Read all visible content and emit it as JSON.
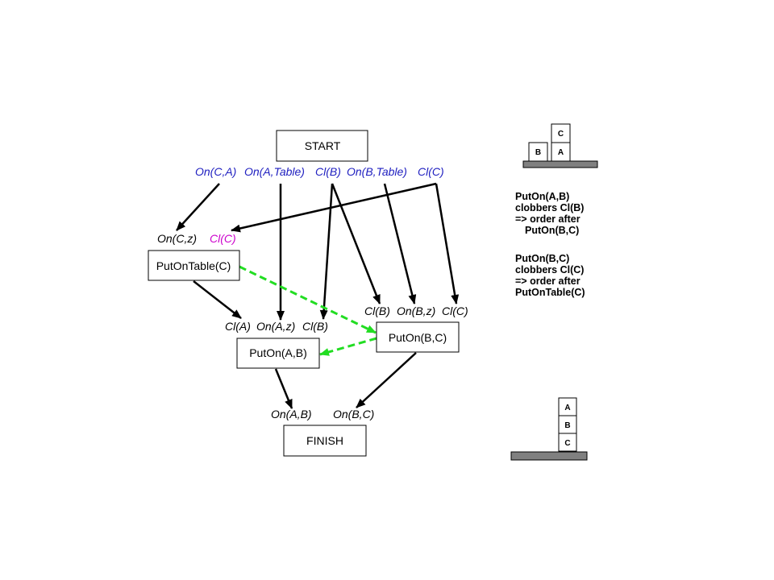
{
  "nodes": {
    "start": "START",
    "put_on_table_c": "PutOnTable(C)",
    "put_on_a_b": "PutOn(A,B)",
    "put_on_b_c": "PutOn(B,C)",
    "finish": "FINISH"
  },
  "start_effects": [
    "On(C,A)",
    "On(A,Table)",
    "Cl(B)",
    "On(B,Table)",
    "Cl(C)"
  ],
  "preconditions": {
    "put_on_table_c": [
      "On(C,z)",
      "Cl(C)"
    ],
    "put_on_b_c": [
      "Cl(B)",
      "On(B,z)",
      "Cl(C)"
    ],
    "put_on_a_b": [
      "Cl(A)",
      "On(A,z)",
      "Cl(B)"
    ],
    "finish": [
      "On(A,B)",
      "On(B,C)"
    ]
  },
  "notes": [
    {
      "lines": [
        "PutOn(A,B)",
        "clobbers Cl(B)",
        "=> order after",
        "PutOn(B,C)"
      ]
    },
    {
      "lines": [
        "PutOn(B,C)",
        "clobbers Cl(C)",
        "=> order after",
        "PutOnTable(C)"
      ]
    }
  ],
  "initial_state": {
    "stacks": [
      [
        "B"
      ],
      [
        "A",
        "C"
      ]
    ]
  },
  "goal_state": {
    "stacks": [
      [
        "C",
        "B",
        "A"
      ]
    ]
  },
  "colors": {
    "effects_text": "#2020c0",
    "threatened_condition": "#cc00cc",
    "ordering_constraint": "#22dd22",
    "causal_link": "#000000",
    "table": "#808080"
  }
}
